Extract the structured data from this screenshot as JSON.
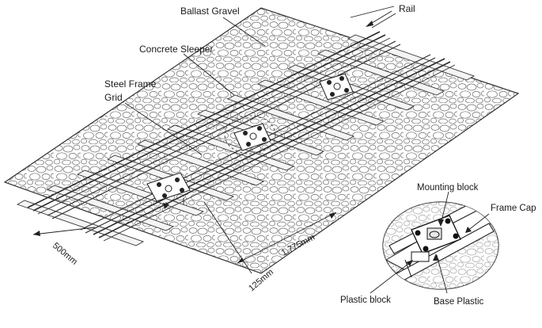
{
  "labels": {
    "ballast_gravel": "Ballast Gravel",
    "rail": "Rail",
    "concrete_sleeper": "Concrete Sleeper",
    "steel_frame_line1": "Steel Frame",
    "steel_frame_line2": "Grid",
    "dim_500": "500mm",
    "dim_1775": "1,775mm",
    "dim_125": "125mm"
  },
  "inset": {
    "mounting_block": "Mounting block",
    "frame_cap": "Frame Cap",
    "plastic_block": "Plastic block",
    "base_plastic": "Base Plastic"
  }
}
